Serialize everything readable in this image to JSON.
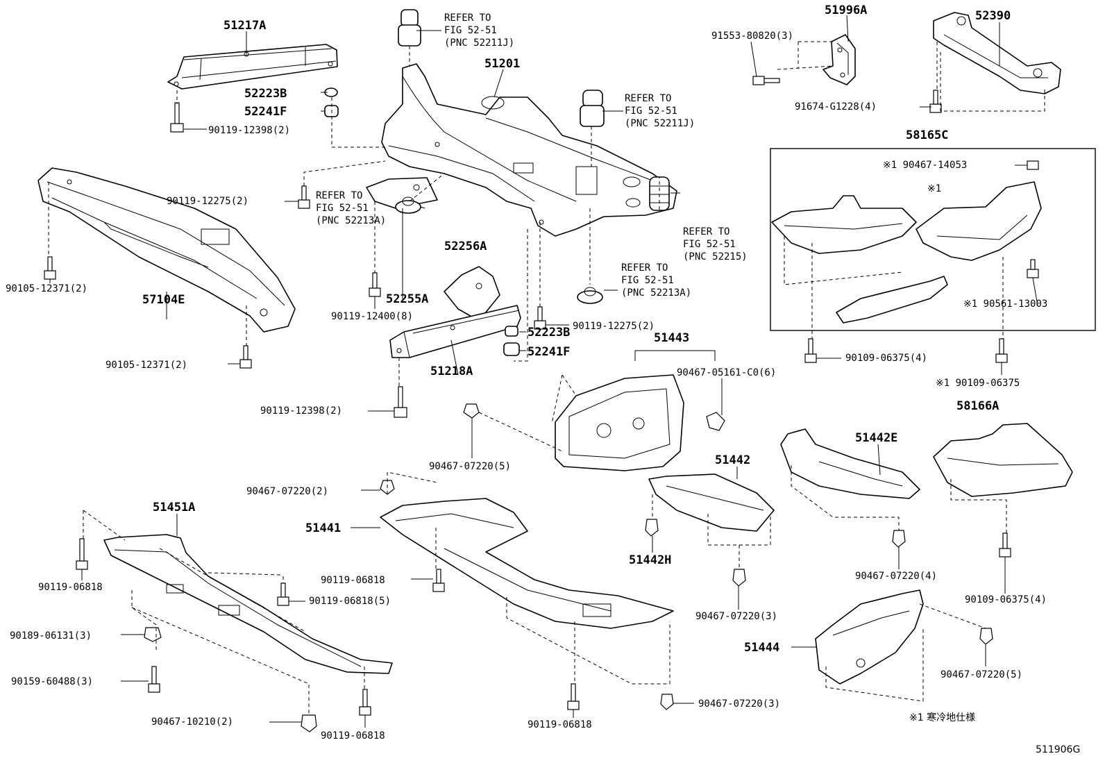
{
  "labels": [
    {
      "id": "p51217A",
      "text": "51217A",
      "big": true
    },
    {
      "id": "refer1a",
      "text": "REFER TO"
    },
    {
      "id": "refer1b",
      "text": "FIG 52-51"
    },
    {
      "id": "refer1c",
      "text": "(PNC 52211J)"
    },
    {
      "id": "p51201",
      "text": "51201",
      "big": true
    },
    {
      "id": "p51996A",
      "text": "51996A",
      "big": true
    },
    {
      "id": "p52390",
      "text": "52390",
      "big": true
    },
    {
      "id": "f91553",
      "text": "91553-80820(3)"
    },
    {
      "id": "p52223B_1",
      "text": "52223B",
      "big": true
    },
    {
      "id": "p52241F_1",
      "text": "52241F",
      "big": true
    },
    {
      "id": "refer2a",
      "text": "REFER TO"
    },
    {
      "id": "refer2b",
      "text": "FIG 52-51"
    },
    {
      "id": "refer2c",
      "text": "(PNC 52211J)"
    },
    {
      "id": "f91674",
      "text": "91674-G1228(4)"
    },
    {
      "id": "f90119_12398a",
      "text": "90119-12398(2)"
    },
    {
      "id": "p58165C",
      "text": "58165C",
      "big": true
    },
    {
      "id": "f90467_14053",
      "text": "※1 90467-14053"
    },
    {
      "id": "m1",
      "text": "※1"
    },
    {
      "id": "f90119_12275a",
      "text": "90119-12275(2)"
    },
    {
      "id": "refer3a",
      "text": "REFER TO"
    },
    {
      "id": "refer3b",
      "text": "FIG 52-51"
    },
    {
      "id": "refer3c",
      "text": "(PNC 52213A)"
    },
    {
      "id": "refer4a",
      "text": "REFER TO"
    },
    {
      "id": "refer4b",
      "text": "FIG 52-51"
    },
    {
      "id": "refer4c",
      "text": "(PNC 52215)"
    },
    {
      "id": "p52256A",
      "text": "52256A",
      "big": true
    },
    {
      "id": "refer5a",
      "text": "REFER TO"
    },
    {
      "id": "refer5b",
      "text": "FIG 52-51"
    },
    {
      "id": "refer5c",
      "text": "(PNC 52213A)"
    },
    {
      "id": "f90561",
      "text": "※1 90561-13003"
    },
    {
      "id": "f90105a",
      "text": "90105-12371(2)"
    },
    {
      "id": "p57104E",
      "text": "57104E",
      "big": true
    },
    {
      "id": "p52255A",
      "text": "52255A",
      "big": true
    },
    {
      "id": "f90119_12400",
      "text": "90119-12400(8)"
    },
    {
      "id": "f90119_12275b",
      "text": "90119-12275(2)"
    },
    {
      "id": "p52223B_2",
      "text": "52223B",
      "big": true
    },
    {
      "id": "p52241F_2",
      "text": "52241F",
      "big": true
    },
    {
      "id": "p51443",
      "text": "51443",
      "big": true
    },
    {
      "id": "f90109_06375a",
      "text": "90109-06375(4)"
    },
    {
      "id": "f90105b",
      "text": "90105-12371(2)"
    },
    {
      "id": "p51218A",
      "text": "51218A",
      "big": true
    },
    {
      "id": "f90467_05161",
      "text": "90467-05161-C0(6)"
    },
    {
      "id": "f90109_06375b",
      "text": "※1 90109-06375"
    },
    {
      "id": "p58166A",
      "text": "58166A",
      "big": true
    },
    {
      "id": "f90119_12398b",
      "text": "90119-12398(2)"
    },
    {
      "id": "p51442E",
      "text": "51442E",
      "big": true
    },
    {
      "id": "f90467_07220a",
      "text": "90467-07220(5)"
    },
    {
      "id": "p51442",
      "text": "51442",
      "big": true
    },
    {
      "id": "f90467_07220b",
      "text": "90467-07220(2)"
    },
    {
      "id": "p51451A",
      "text": "51451A",
      "big": true
    },
    {
      "id": "p51441",
      "text": "51441",
      "big": true
    },
    {
      "id": "p51442H",
      "text": "51442H",
      "big": true
    },
    {
      "id": "f90467_07220c",
      "text": "90467-07220(4)"
    },
    {
      "id": "f90119_06818a",
      "text": "90119-06818"
    },
    {
      "id": "f90119_06818b",
      "text": "90119-06818"
    },
    {
      "id": "f90109_06375c",
      "text": "90109-06375(4)"
    },
    {
      "id": "f90119_06818c",
      "text": "90119-06818(5)"
    },
    {
      "id": "f90467_07220d",
      "text": "90467-07220(3)"
    },
    {
      "id": "f90189",
      "text": "90189-06131(3)"
    },
    {
      "id": "p51444",
      "text": "51444",
      "big": true
    },
    {
      "id": "f90467_07220e",
      "text": "90467-07220(5)"
    },
    {
      "id": "f90159",
      "text": "90159-60488(3)"
    },
    {
      "id": "f90467_07220f",
      "text": "90467-07220(3)"
    },
    {
      "id": "f90467_10210",
      "text": "90467-10210(2)"
    },
    {
      "id": "f90119_06818d",
      "text": "90119-06818"
    },
    {
      "id": "f90119_06818e",
      "text": "90119-06818"
    },
    {
      "id": "note1",
      "text": "※1 寒冷地仕様"
    },
    {
      "id": "figcode",
      "text": "511906G"
    }
  ]
}
